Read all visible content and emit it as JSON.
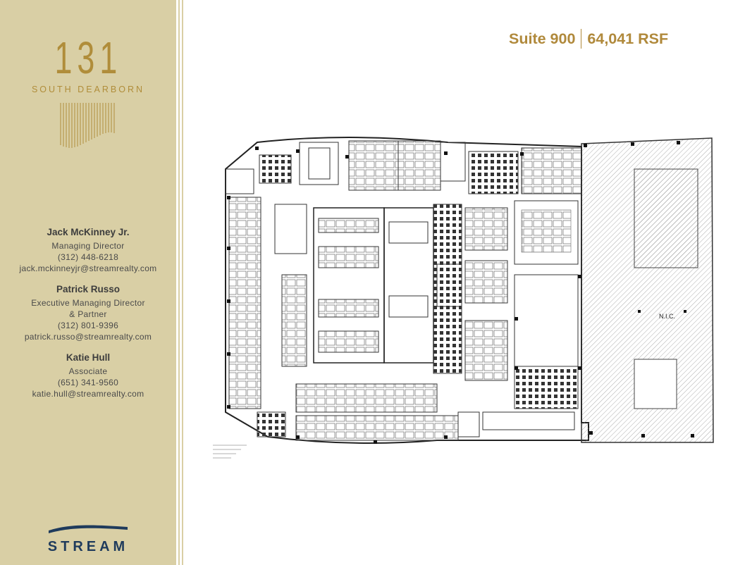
{
  "logo": {
    "number": "131",
    "subtitle": "SOUTH DEARBORN"
  },
  "header": {
    "suite": "Suite 900",
    "area": "64,041 RSF"
  },
  "contacts": [
    {
      "name": "Jack McKinney Jr.",
      "title": "Managing Director",
      "phone": "(312) 448-6218",
      "email": "jack.mckinneyjr@streamrealty.com"
    },
    {
      "name": "Patrick Russo",
      "title": "Executive Managing Director",
      "title2": "& Partner",
      "phone": "(312) 801-9396",
      "email": "patrick.russo@streamrealty.com"
    },
    {
      "name": "Katie Hull",
      "title": "Associate",
      "phone": "(651) 341-9560",
      "email": "katie.hull@streamrealty.com"
    }
  ],
  "floorplan": {
    "nic_label": "N.I.C."
  },
  "brand": {
    "name": "STREAM"
  },
  "colors": {
    "sidebar": "#d9cfa5",
    "gold": "#b0893b",
    "navy": "#1f3b5c"
  }
}
